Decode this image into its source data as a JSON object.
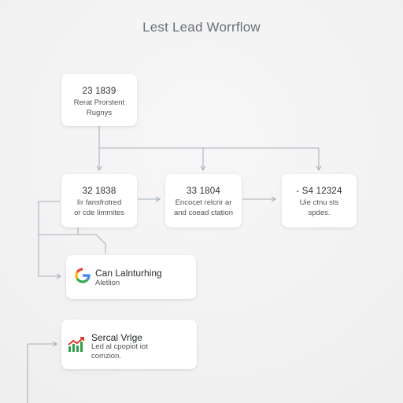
{
  "header": {
    "title": "Lest Lead Worrflow"
  },
  "nodes": {
    "top": {
      "number": "23 1839",
      "line1": "Rerat Prorstent",
      "line2": "Rugnys"
    },
    "left": {
      "number": "32 1838",
      "line1": "Iìr fansfrotred",
      "line2": "or cde limmites"
    },
    "middle": {
      "number": "33 1804",
      "line1": "Encocet relcrir ar",
      "line2": "and coead ctation"
    },
    "right": {
      "number": "- S4 12324",
      "line1": "Uie ctnu sts",
      "line2": "spdes."
    },
    "google": {
      "title": "Can Lalnturhing",
      "desc": "Aletlion"
    },
    "trend": {
      "title": "Sercal Vrlge",
      "line1": "Led al cpopiot iot",
      "line2": "comzion."
    }
  },
  "icons": {
    "google": "google-g-icon",
    "trend": "bar-chart-trend-icon"
  },
  "colors": {
    "connector": "#a9b2bb",
    "google_blue": "#4285f4",
    "google_red": "#ea4335",
    "google_yellow": "#fbbc05",
    "google_green": "#34a853",
    "trend_green": "#2e9e4a",
    "trend_red": "#e0392b"
  }
}
